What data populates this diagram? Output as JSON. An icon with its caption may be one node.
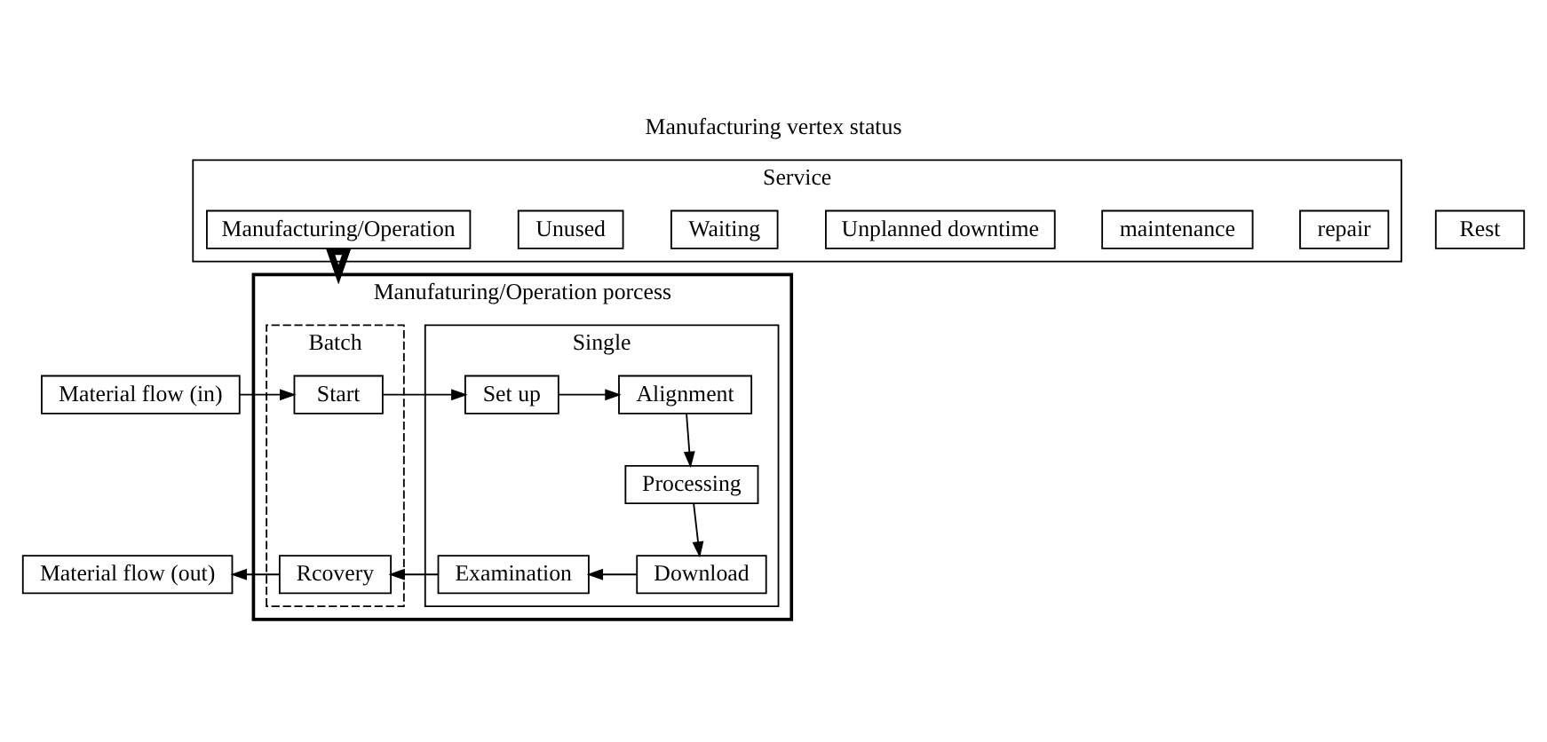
{
  "diagram": {
    "title": "Manufacturing vertex status",
    "nodes": [
      {
        "text": [
          "Service"
        ]
      },
      {
        "text": [
          "Manufacturing/Operation"
        ],
        "in": 0
      },
      {
        "text": [
          "Unused"
        ],
        "in": 0
      },
      {
        "text": [
          "Waiting"
        ],
        "in": 0
      },
      {
        "text": [
          "Unplanned downtime"
        ],
        "in": 0
      },
      {
        "text": [
          "maintenance"
        ],
        "in": 0
      },
      {
        "text": [
          "repair"
        ],
        "in": 0
      },
      {
        "text": [
          "Rest"
        ]
      },
      {
        "text": [
          "Manufaturing/Operation porcess"
        ]
      },
      {
        "text": [
          "Batch"
        ],
        "in": 8
      },
      {
        "text": [
          "Single"
        ],
        "in": 8
      },
      {
        "text": [
          "Material flow (in)"
        ]
      },
      {
        "text": [
          "Start"
        ],
        "in": 9
      },
      {
        "text": [
          "Set up"
        ],
        "in": 10
      },
      {
        "text": [
          "Alignment"
        ],
        "in": 10
      },
      {
        "text": [
          "Processing"
        ],
        "in": 10
      },
      {
        "text": [
          "Download"
        ],
        "in": 10
      },
      {
        "text": [
          "Examination"
        ],
        "in": 10
      },
      {
        "text": [
          "Rcovery"
        ],
        "in": 9
      },
      {
        "text": [
          "Material flow (out)"
        ]
      }
    ],
    "edges": [
      {
        "from": 1,
        "to": 8,
        "arrow": "to",
        "style": "thick"
      },
      {
        "from": 11,
        "to": 12,
        "arrow": "to"
      },
      {
        "from": 12,
        "to": 13,
        "arrow": "to"
      },
      {
        "from": 13,
        "to": 14,
        "arrow": "to"
      },
      {
        "from": 14,
        "to": 15,
        "arrow": "to"
      },
      {
        "from": 15,
        "to": 16,
        "arrow": "to"
      },
      {
        "from": 16,
        "to": 17,
        "arrow": "to"
      },
      {
        "from": 17,
        "to": 18,
        "arrow": "to"
      },
      {
        "from": 18,
        "to": 19,
        "arrow": "to"
      }
    ]
  }
}
